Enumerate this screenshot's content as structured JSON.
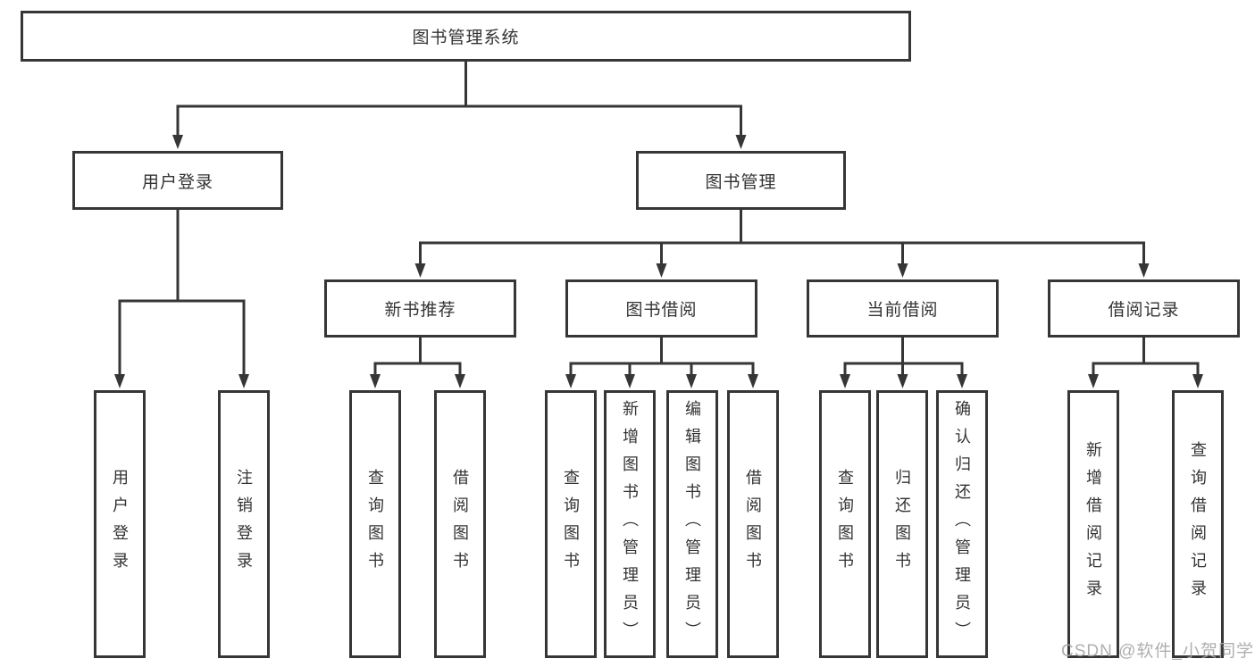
{
  "tree": {
    "root_label": "图书管理系统",
    "login_branch": {
      "label": "用户登录",
      "children": [
        "用户登录",
        "注销登录"
      ]
    },
    "management_branch": {
      "label": "图书管理",
      "sections": [
        {
          "label": "新书推荐",
          "children": [
            "查询图书",
            "借阅图书"
          ]
        },
        {
          "label": "图书借阅",
          "children": [
            "查询图书",
            "新增图书（管理员）",
            "编辑图书（管理员）",
            "借阅图书"
          ]
        },
        {
          "label": "当前借阅",
          "children": [
            "查询图书",
            "归还图书",
            "确认归还（管理员）"
          ]
        },
        {
          "label": "借阅记录",
          "children": [
            "新增借阅记录",
            "查询借阅记录"
          ]
        }
      ]
    }
  },
  "watermark": "CSDN @软件_小贺同学",
  "colors": {
    "line": "#363636",
    "text": "#333333",
    "watermark": "#a8a8a8",
    "background": "#ffffff"
  }
}
